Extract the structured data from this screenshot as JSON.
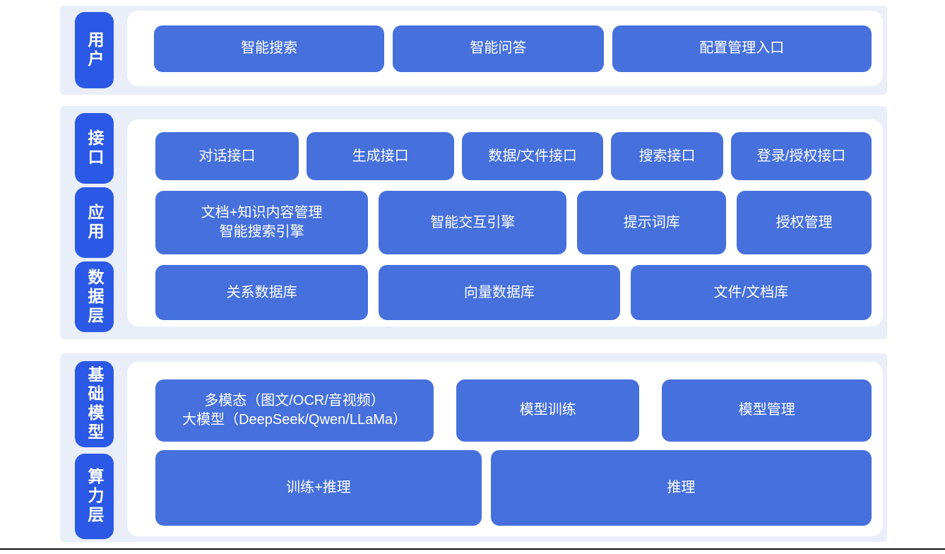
{
  "colors": {
    "panel_background": "#e9eef8",
    "layer_label_blue": "#2b59e6",
    "node_blue": "#4670dc",
    "node_text": "#ffffff",
    "bottom_line": "#121212"
  },
  "layers": {
    "user": {
      "label": "用户",
      "nodes": [
        "智能搜索",
        "智能问答",
        "配置管理入口"
      ]
    },
    "interface": {
      "label": "接口",
      "nodes": [
        "对话接口",
        "生成接口",
        "数据/文件接口",
        "搜索接口",
        "登录/授权接口"
      ]
    },
    "application": {
      "label": "应用",
      "nodes": [
        {
          "lines": [
            "文档+知识内容管理",
            "智能搜索引擎"
          ]
        },
        "智能交互引擎",
        "提示词库",
        "授权管理"
      ]
    },
    "data": {
      "label": "数据层",
      "nodes": [
        "关系数据库",
        "向量数据库",
        "文件/文档库"
      ]
    },
    "foundation_model": {
      "label": "基础模型",
      "nodes": [
        {
          "lines": [
            "多模态（图文/OCR/音视频）",
            "大模型（DeepSeek/Qwen/LLaMa）"
          ]
        },
        "模型训练",
        "模型管理"
      ]
    },
    "compute": {
      "label": "算力层",
      "nodes": [
        "训练+推理",
        "推理"
      ]
    }
  }
}
